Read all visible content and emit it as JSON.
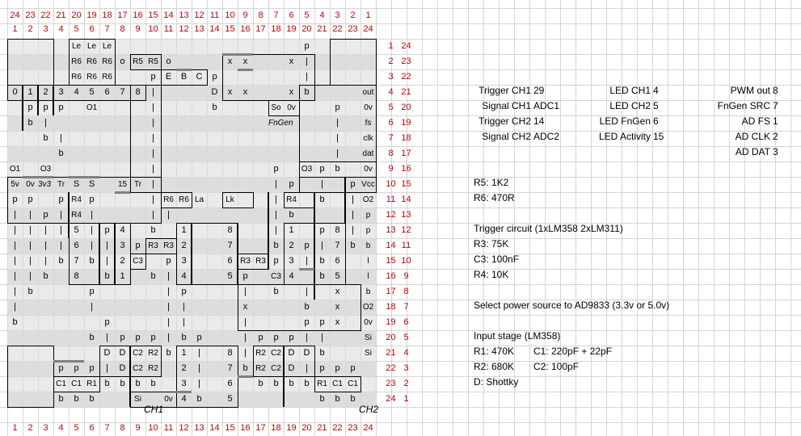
{
  "colors": {
    "header": "#c00000",
    "fill": "#d9d9d9",
    "grid": "#d4d4d4",
    "line": "#000000"
  },
  "header_top": [
    "24",
    "23",
    "22",
    "21",
    "20",
    "19",
    "18",
    "17",
    "16",
    "15",
    "14",
    "13",
    "12",
    "11",
    "10",
    "9",
    "8",
    "7",
    "6",
    "5",
    "4",
    "3",
    "2",
    "1"
  ],
  "header_bottom": [
    "1",
    "2",
    "3",
    "4",
    "5",
    "6",
    "7",
    "8",
    "9",
    "10",
    "11",
    "12",
    "13",
    "14",
    "15",
    "16",
    "17",
    "18",
    "19",
    "20",
    "21",
    "22",
    "23",
    "24"
  ],
  "right_pins": [
    "out",
    "0v",
    "fs",
    "clk",
    "dat",
    "0v",
    "Vcc",
    "O2",
    "p",
    "p",
    "b",
    "l",
    "l",
    "b",
    "O2",
    "0v",
    "Si",
    "Si",
    "",
    "",
    "",
    "",
    "",
    ""
  ],
  "row_num_left": [
    "1",
    "2",
    "3",
    "4",
    "5",
    "6",
    "7",
    "8",
    "9",
    "10",
    "11",
    "12",
    "13",
    "14",
    "15",
    "16",
    "17",
    "18",
    "19",
    "20",
    "21",
    "22",
    "23",
    "24"
  ],
  "row_num_right": [
    "24",
    "23",
    "22",
    "21",
    "20",
    "19",
    "18",
    "17",
    "16",
    "15",
    "14",
    "13",
    "12",
    "11",
    "10",
    "9",
    "8",
    "7",
    "6",
    "5",
    "4",
    "3",
    "2",
    "1"
  ],
  "cells": [
    {
      "r": 1,
      "c": 5,
      "t": "Le"
    },
    {
      "r": 1,
      "c": 6,
      "t": "Le"
    },
    {
      "r": 1,
      "c": 7,
      "t": "Le"
    },
    {
      "r": 1,
      "c": 20,
      "t": "p"
    },
    {
      "r": 2,
      "c": 5,
      "t": "R6"
    },
    {
      "r": 2,
      "c": 6,
      "t": "R6"
    },
    {
      "r": 2,
      "c": 7,
      "t": "R6"
    },
    {
      "r": 2,
      "c": 8,
      "t": "o"
    },
    {
      "r": 2,
      "c": 9,
      "t": "R5"
    },
    {
      "r": 2,
      "c": 10,
      "t": "R5"
    },
    {
      "r": 2,
      "c": 11,
      "t": "o"
    },
    {
      "r": 2,
      "c": 15,
      "t": "x"
    },
    {
      "r": 2,
      "c": 16,
      "t": "x"
    },
    {
      "r": 2,
      "c": 19,
      "t": "x"
    },
    {
      "r": 2,
      "c": 20,
      "t": "|"
    },
    {
      "r": 3,
      "c": 5,
      "t": "R6"
    },
    {
      "r": 3,
      "c": 6,
      "t": "R6"
    },
    {
      "r": 3,
      "c": 7,
      "t": "R6"
    },
    {
      "r": 3,
      "c": 10,
      "t": "p"
    },
    {
      "r": 3,
      "c": 11,
      "t": "E"
    },
    {
      "r": 3,
      "c": 12,
      "t": "B"
    },
    {
      "r": 3,
      "c": 13,
      "t": "C"
    },
    {
      "r": 3,
      "c": 14,
      "t": "p"
    },
    {
      "r": 3,
      "c": 20,
      "t": "|"
    },
    {
      "r": 4,
      "c": 1,
      "t": "0"
    },
    {
      "r": 4,
      "c": 2,
      "t": "1"
    },
    {
      "r": 4,
      "c": 3,
      "t": "2"
    },
    {
      "r": 4,
      "c": 4,
      "t": "3"
    },
    {
      "r": 4,
      "c": 5,
      "t": "4"
    },
    {
      "r": 4,
      "c": 6,
      "t": "5"
    },
    {
      "r": 4,
      "c": 7,
      "t": "6"
    },
    {
      "r": 4,
      "c": 8,
      "t": "7"
    },
    {
      "r": 4,
      "c": 9,
      "t": "8"
    },
    {
      "r": 4,
      "c": 10,
      "t": "|"
    },
    {
      "r": 4,
      "c": 14,
      "t": "D"
    },
    {
      "r": 4,
      "c": 15,
      "t": "x"
    },
    {
      "r": 4,
      "c": 16,
      "t": "x"
    },
    {
      "r": 4,
      "c": 19,
      "t": "x"
    },
    {
      "r": 4,
      "c": 20,
      "t": "b"
    },
    {
      "r": 5,
      "c": 2,
      "t": "p"
    },
    {
      "r": 5,
      "c": 3,
      "t": "p"
    },
    {
      "r": 5,
      "c": 4,
      "t": "p"
    },
    {
      "r": 5,
      "c": 6,
      "t": "O1"
    },
    {
      "r": 5,
      "c": 10,
      "t": "|"
    },
    {
      "r": 5,
      "c": 14,
      "t": "b"
    },
    {
      "r": 5,
      "c": 18,
      "t": "So"
    },
    {
      "r": 5,
      "c": 19,
      "t": "0v"
    },
    {
      "r": 5,
      "c": 22,
      "t": "p"
    },
    {
      "r": 6,
      "c": 2,
      "t": "b"
    },
    {
      "r": 6,
      "c": 3,
      "t": "|"
    },
    {
      "r": 6,
      "c": 10,
      "t": "|"
    },
    {
      "r": 6,
      "c": 18,
      "t": "FnGen"
    },
    {
      "r": 6,
      "c": 22,
      "t": "|"
    },
    {
      "r": 7,
      "c": 3,
      "t": "b"
    },
    {
      "r": 7,
      "c": 4,
      "t": "|"
    },
    {
      "r": 7,
      "c": 10,
      "t": "|"
    },
    {
      "r": 7,
      "c": 22,
      "t": "|"
    },
    {
      "r": 8,
      "c": 4,
      "t": "b"
    },
    {
      "r": 8,
      "c": 10,
      "t": "|"
    },
    {
      "r": 8,
      "c": 22,
      "t": "|"
    },
    {
      "r": 9,
      "c": 1,
      "t": "O1"
    },
    {
      "r": 9,
      "c": 3,
      "t": "O3"
    },
    {
      "r": 9,
      "c": 10,
      "t": "|"
    },
    {
      "r": 9,
      "c": 18,
      "t": "p"
    },
    {
      "r": 9,
      "c": 20,
      "t": "O3"
    },
    {
      "r": 9,
      "c": 21,
      "t": "p"
    },
    {
      "r": 9,
      "c": 22,
      "t": "b"
    },
    {
      "r": 10,
      "c": 1,
      "t": "5v"
    },
    {
      "r": 10,
      "c": 2,
      "t": "0v"
    },
    {
      "r": 10,
      "c": 3,
      "t": "3v3"
    },
    {
      "r": 10,
      "c": 4,
      "t": "Tr"
    },
    {
      "r": 10,
      "c": 5,
      "t": "S"
    },
    {
      "r": 10,
      "c": 6,
      "t": "S"
    },
    {
      "r": 10,
      "c": 8,
      "t": "15"
    },
    {
      "r": 10,
      "c": 9,
      "t": "Tr"
    },
    {
      "r": 10,
      "c": 10,
      "t": "|"
    },
    {
      "r": 10,
      "c": 18,
      "t": "|"
    },
    {
      "r": 10,
      "c": 19,
      "t": "p"
    },
    {
      "r": 10,
      "c": 21,
      "t": "|"
    },
    {
      "r": 10,
      "c": 23,
      "t": "p"
    },
    {
      "r": 11,
      "c": 1,
      "t": "p"
    },
    {
      "r": 11,
      "c": 2,
      "t": "p"
    },
    {
      "r": 11,
      "c": 4,
      "t": "p"
    },
    {
      "r": 11,
      "c": 5,
      "t": "R4"
    },
    {
      "r": 11,
      "c": 6,
      "t": "p"
    },
    {
      "r": 11,
      "c": 10,
      "t": "|"
    },
    {
      "r": 11,
      "c": 11,
      "t": "R6"
    },
    {
      "r": 11,
      "c": 12,
      "t": "R6"
    },
    {
      "r": 11,
      "c": 13,
      "t": "La"
    },
    {
      "r": 11,
      "c": 15,
      "t": "Lk"
    },
    {
      "r": 11,
      "c": 18,
      "t": "|"
    },
    {
      "r": 11,
      "c": 19,
      "t": "R4"
    },
    {
      "r": 11,
      "c": 21,
      "t": "b"
    },
    {
      "r": 11,
      "c": 23,
      "t": "|"
    },
    {
      "r": 12,
      "c": 1,
      "t": "|"
    },
    {
      "r": 12,
      "c": 2,
      "t": "|"
    },
    {
      "r": 12,
      "c": 3,
      "t": "p"
    },
    {
      "r": 12,
      "c": 4,
      "t": "|"
    },
    {
      "r": 12,
      "c": 5,
      "t": "R4"
    },
    {
      "r": 12,
      "c": 6,
      "t": "|"
    },
    {
      "r": 12,
      "c": 10,
      "t": "|"
    },
    {
      "r": 12,
      "c": 11,
      "t": "|"
    },
    {
      "r": 12,
      "c": 18,
      "t": "|"
    },
    {
      "r": 12,
      "c": 19,
      "t": "b"
    },
    {
      "r": 12,
      "c": 23,
      "t": "|"
    },
    {
      "r": 13,
      "c": 1,
      "t": "|"
    },
    {
      "r": 13,
      "c": 2,
      "t": "|"
    },
    {
      "r": 13,
      "c": 3,
      "t": "|"
    },
    {
      "r": 13,
      "c": 4,
      "t": "|"
    },
    {
      "r": 13,
      "c": 5,
      "t": "5"
    },
    {
      "r": 13,
      "c": 6,
      "t": "|"
    },
    {
      "r": 13,
      "c": 7,
      "t": "p"
    },
    {
      "r": 13,
      "c": 8,
      "t": "4"
    },
    {
      "r": 13,
      "c": 10,
      "t": "b"
    },
    {
      "r": 13,
      "c": 12,
      "t": "1"
    },
    {
      "r": 13,
      "c": 15,
      "t": "8"
    },
    {
      "r": 13,
      "c": 18,
      "t": "|"
    },
    {
      "r": 13,
      "c": 19,
      "t": "1"
    },
    {
      "r": 13,
      "c": 21,
      "t": "p"
    },
    {
      "r": 13,
      "c": 22,
      "t": "8"
    },
    {
      "r": 13,
      "c": 23,
      "t": "|"
    },
    {
      "r": 14,
      "c": 1,
      "t": "|"
    },
    {
      "r": 14,
      "c": 2,
      "t": "|"
    },
    {
      "r": 14,
      "c": 3,
      "t": "|"
    },
    {
      "r": 14,
      "c": 4,
      "t": "|"
    },
    {
      "r": 14,
      "c": 5,
      "t": "6"
    },
    {
      "r": 14,
      "c": 6,
      "t": "|"
    },
    {
      "r": 14,
      "c": 7,
      "t": "|"
    },
    {
      "r": 14,
      "c": 8,
      "t": "3"
    },
    {
      "r": 14,
      "c": 9,
      "t": "p"
    },
    {
      "r": 14,
      "c": 10,
      "t": "R3"
    },
    {
      "r": 14,
      "c": 11,
      "t": "R3"
    },
    {
      "r": 14,
      "c": 12,
      "t": "2"
    },
    {
      "r": 14,
      "c": 15,
      "t": "7"
    },
    {
      "r": 14,
      "c": 18,
      "t": "b"
    },
    {
      "r": 14,
      "c": 19,
      "t": "2"
    },
    {
      "r": 14,
      "c": 20,
      "t": "p"
    },
    {
      "r": 14,
      "c": 21,
      "t": "|"
    },
    {
      "r": 14,
      "c": 22,
      "t": "7"
    },
    {
      "r": 14,
      "c": 23,
      "t": "b"
    },
    {
      "r": 15,
      "c": 1,
      "t": "|"
    },
    {
      "r": 15,
      "c": 2,
      "t": "|"
    },
    {
      "r": 15,
      "c": 3,
      "t": "|"
    },
    {
      "r": 15,
      "c": 4,
      "t": "b"
    },
    {
      "r": 15,
      "c": 5,
      "t": "7"
    },
    {
      "r": 15,
      "c": 6,
      "t": "b"
    },
    {
      "r": 15,
      "c": 7,
      "t": "|"
    },
    {
      "r": 15,
      "c": 8,
      "t": "2"
    },
    {
      "r": 15,
      "c": 9,
      "t": "C3"
    },
    {
      "r": 15,
      "c": 11,
      "t": "p"
    },
    {
      "r": 15,
      "c": 12,
      "t": "3"
    },
    {
      "r": 15,
      "c": 15,
      "t": "6"
    },
    {
      "r": 15,
      "c": 16,
      "t": "R3"
    },
    {
      "r": 15,
      "c": 17,
      "t": "R3"
    },
    {
      "r": 15,
      "c": 18,
      "t": "p"
    },
    {
      "r": 15,
      "c": 19,
      "t": "3"
    },
    {
      "r": 15,
      "c": 20,
      "t": "|"
    },
    {
      "r": 15,
      "c": 21,
      "t": "b"
    },
    {
      "r": 15,
      "c": 22,
      "t": "6"
    },
    {
      "r": 16,
      "c": 1,
      "t": "|"
    },
    {
      "r": 16,
      "c": 2,
      "t": "|"
    },
    {
      "r": 16,
      "c": 3,
      "t": "b"
    },
    {
      "r": 16,
      "c": 5,
      "t": "8"
    },
    {
      "r": 16,
      "c": 7,
      "t": "b"
    },
    {
      "r": 16,
      "c": 8,
      "t": "1"
    },
    {
      "r": 16,
      "c": 10,
      "t": "b"
    },
    {
      "r": 16,
      "c": 11,
      "t": "|"
    },
    {
      "r": 16,
      "c": 12,
      "t": "4"
    },
    {
      "r": 16,
      "c": 15,
      "t": "5"
    },
    {
      "r": 16,
      "c": 16,
      "t": "p"
    },
    {
      "r": 16,
      "c": 18,
      "t": "C3"
    },
    {
      "r": 16,
      "c": 19,
      "t": "4"
    },
    {
      "r": 16,
      "c": 21,
      "t": "b"
    },
    {
      "r": 16,
      "c": 22,
      "t": "5"
    },
    {
      "r": 17,
      "c": 1,
      "t": "|"
    },
    {
      "r": 17,
      "c": 2,
      "t": "b"
    },
    {
      "r": 17,
      "c": 6,
      "t": "p"
    },
    {
      "r": 17,
      "c": 11,
      "t": "|"
    },
    {
      "r": 17,
      "c": 12,
      "t": "p"
    },
    {
      "r": 17,
      "c": 16,
      "t": "|"
    },
    {
      "r": 17,
      "c": 18,
      "t": "b"
    },
    {
      "r": 17,
      "c": 20,
      "t": "|"
    },
    {
      "r": 17,
      "c": 22,
      "t": "x"
    },
    {
      "r": 18,
      "c": 1,
      "t": "|"
    },
    {
      "r": 18,
      "c": 6,
      "t": "|"
    },
    {
      "r": 18,
      "c": 11,
      "t": "|"
    },
    {
      "r": 18,
      "c": 12,
      "t": "|"
    },
    {
      "r": 18,
      "c": 16,
      "t": "x"
    },
    {
      "r": 18,
      "c": 20,
      "t": "b"
    },
    {
      "r": 18,
      "c": 22,
      "t": "x"
    },
    {
      "r": 19,
      "c": 1,
      "t": "b"
    },
    {
      "r": 19,
      "c": 7,
      "t": "p"
    },
    {
      "r": 19,
      "c": 11,
      "t": "|"
    },
    {
      "r": 19,
      "c": 12,
      "t": "|"
    },
    {
      "r": 19,
      "c": 16,
      "t": "|"
    },
    {
      "r": 19,
      "c": 20,
      "t": "p"
    },
    {
      "r": 19,
      "c": 21,
      "t": "p"
    },
    {
      "r": 19,
      "c": 22,
      "t": "x"
    },
    {
      "r": 20,
      "c": 6,
      "t": "b"
    },
    {
      "r": 20,
      "c": 7,
      "t": "|"
    },
    {
      "r": 20,
      "c": 8,
      "t": "p"
    },
    {
      "r": 20,
      "c": 9,
      "t": "p"
    },
    {
      "r": 20,
      "c": 10,
      "t": "p"
    },
    {
      "r": 20,
      "c": 11,
      "t": "|"
    },
    {
      "r": 20,
      "c": 12,
      "t": "b"
    },
    {
      "r": 20,
      "c": 13,
      "t": "p"
    },
    {
      "r": 20,
      "c": 16,
      "t": "|"
    },
    {
      "r": 20,
      "c": 17,
      "t": "p"
    },
    {
      "r": 20,
      "c": 18,
      "t": "p"
    },
    {
      "r": 20,
      "c": 19,
      "t": "p"
    },
    {
      "r": 20,
      "c": 20,
      "t": "|"
    },
    {
      "r": 20,
      "c": 21,
      "t": "|"
    },
    {
      "r": 21,
      "c": 7,
      "t": "D"
    },
    {
      "r": 21,
      "c": 8,
      "t": "D"
    },
    {
      "r": 21,
      "c": 9,
      "t": "C2"
    },
    {
      "r": 21,
      "c": 10,
      "t": "R2"
    },
    {
      "r": 21,
      "c": 11,
      "t": "b"
    },
    {
      "r": 21,
      "c": 12,
      "t": "1"
    },
    {
      "r": 21,
      "c": 13,
      "t": "|"
    },
    {
      "r": 21,
      "c": 15,
      "t": "8"
    },
    {
      "r": 21,
      "c": 16,
      "t": "|"
    },
    {
      "r": 21,
      "c": 17,
      "t": "R2"
    },
    {
      "r": 21,
      "c": 18,
      "t": "C2"
    },
    {
      "r": 21,
      "c": 19,
      "t": "D"
    },
    {
      "r": 21,
      "c": 20,
      "t": "D"
    },
    {
      "r": 21,
      "c": 21,
      "t": "b"
    },
    {
      "r": 22,
      "c": 4,
      "t": "p"
    },
    {
      "r": 22,
      "c": 5,
      "t": "p"
    },
    {
      "r": 22,
      "c": 6,
      "t": "p"
    },
    {
      "r": 22,
      "c": 7,
      "t": "|"
    },
    {
      "r": 22,
      "c": 8,
      "t": "D"
    },
    {
      "r": 22,
      "c": 9,
      "t": "C2"
    },
    {
      "r": 22,
      "c": 10,
      "t": "R2"
    },
    {
      "r": 22,
      "c": 12,
      "t": "2"
    },
    {
      "r": 22,
      "c": 13,
      "t": "|"
    },
    {
      "r": 22,
      "c": 15,
      "t": "7"
    },
    {
      "r": 22,
      "c": 16,
      "t": "b"
    },
    {
      "r": 22,
      "c": 17,
      "t": "R2"
    },
    {
      "r": 22,
      "c": 18,
      "t": "C2"
    },
    {
      "r": 22,
      "c": 19,
      "t": "D"
    },
    {
      "r": 22,
      "c": 20,
      "t": "|"
    },
    {
      "r": 22,
      "c": 21,
      "t": "p"
    },
    {
      "r": 22,
      "c": 22,
      "t": "p"
    },
    {
      "r": 22,
      "c": 23,
      "t": "p"
    },
    {
      "r": 23,
      "c": 4,
      "t": "C1"
    },
    {
      "r": 23,
      "c": 5,
      "t": "C1"
    },
    {
      "r": 23,
      "c": 6,
      "t": "R1"
    },
    {
      "r": 23,
      "c": 7,
      "t": "b"
    },
    {
      "r": 23,
      "c": 8,
      "t": "b"
    },
    {
      "r": 23,
      "c": 9,
      "t": "b"
    },
    {
      "r": 23,
      "c": 10,
      "t": "b"
    },
    {
      "r": 23,
      "c": 12,
      "t": "3"
    },
    {
      "r": 23,
      "c": 13,
      "t": "|"
    },
    {
      "r": 23,
      "c": 15,
      "t": "6"
    },
    {
      "r": 23,
      "c": 17,
      "t": "b"
    },
    {
      "r": 23,
      "c": 18,
      "t": "b"
    },
    {
      "r": 23,
      "c": 19,
      "t": "b"
    },
    {
      "r": 23,
      "c": 20,
      "t": "b"
    },
    {
      "r": 23,
      "c": 21,
      "t": "R1"
    },
    {
      "r": 23,
      "c": 22,
      "t": "C1"
    },
    {
      "r": 23,
      "c": 23,
      "t": "C1"
    },
    {
      "r": 24,
      "c": 4,
      "t": "b"
    },
    {
      "r": 24,
      "c": 5,
      "t": "b"
    },
    {
      "r": 24,
      "c": 6,
      "t": "b"
    },
    {
      "r": 24,
      "c": 9,
      "t": "Si"
    },
    {
      "r": 24,
      "c": 11,
      "t": "0v"
    },
    {
      "r": 24,
      "c": 12,
      "t": "4"
    },
    {
      "r": 24,
      "c": 13,
      "t": "b"
    },
    {
      "r": 24,
      "c": 15,
      "t": "5"
    },
    {
      "r": 24,
      "c": 21,
      "t": "b"
    },
    {
      "r": 24,
      "c": 22,
      "t": "b"
    },
    {
      "r": 24,
      "c": 23,
      "t": "b"
    }
  ],
  "channel_labels": {
    "ch1": "CH1",
    "ch2": "CH2"
  },
  "table": [
    {
      "k1": "Trigger CH1",
      "v1": "29",
      "k2": "LED CH1",
      "v2": "4",
      "k3": "PWM out",
      "v3": "8"
    },
    {
      "k1": "Signal CH1",
      "v1": "ADC1",
      "k2": "LED CH2",
      "v2": "5",
      "k3": "FnGen SRC",
      "v3": "7"
    },
    {
      "k1": "Trigger CH2",
      "v1": "14",
      "k2": "LED FnGen",
      "v2": "6",
      "k3": "AD FS",
      "v3": "1"
    },
    {
      "k1": "Signal CH2",
      "v1": "ADC2",
      "k2": "LED Activity",
      "v2": "15",
      "k3": "AD CLK",
      "v3": "2"
    },
    {
      "k1": "",
      "v1": "",
      "k2": "",
      "v2": "",
      "k3": "AD DAT",
      "v3": "3"
    }
  ],
  "notes": [
    {
      "row": 10,
      "text": "R5: 1K2"
    },
    {
      "row": 11,
      "text": "R6: 470R"
    },
    {
      "row": 13,
      "text": "Trigger circuit (1xLM358 2xLM311)"
    },
    {
      "row": 14,
      "text": "R3: 75K"
    },
    {
      "row": 15,
      "text": "C3: 100nF"
    },
    {
      "row": 16,
      "text": "R4: 10K"
    },
    {
      "row": 18,
      "text": "Select power source to AD9833 (3.3v or 5.0v)"
    },
    {
      "row": 20,
      "text": "Input stage (LM358)"
    },
    {
      "row": 21,
      "text": "R1: 470K",
      "text2": "C1: 220pF + 22pF"
    },
    {
      "row": 22,
      "text": "R2: 680K",
      "text2": "C2: 100pF"
    },
    {
      "row": 23,
      "text": "D: Shottky"
    }
  ]
}
